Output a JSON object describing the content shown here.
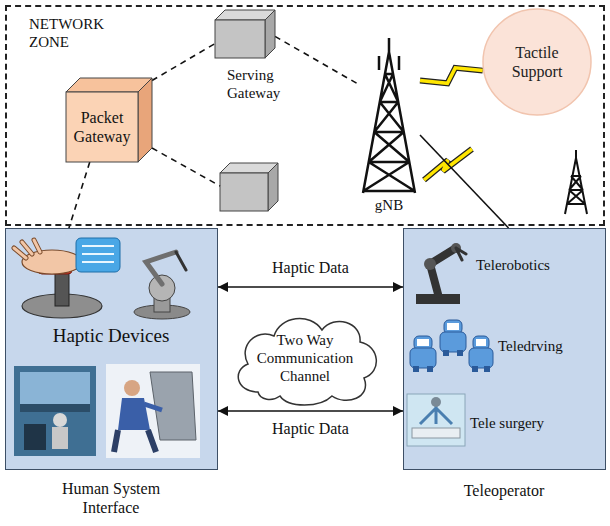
{
  "diagram": {
    "nodes": [
      {
        "text": [
          "NETWORK ZONE"
        ]
      },
      {
        "text": [
          "Packet Gateway"
        ],
        "in": 0
      },
      {
        "text": [
          "Serving Gateway"
        ],
        "in": 0
      },
      {
        "text": [
          "gNB"
        ],
        "in": 0
      },
      {
        "text": [
          "Tactile Support"
        ],
        "in": 0
      },
      {
        "text": [
          "Haptic Devices",
          "Human System Interface"
        ]
      },
      {
        "text": [
          "Two Way Communication Channel"
        ]
      },
      {
        "text": [
          "Telerobotics",
          "Teledrving",
          "Tele surgery",
          "Teleoperator"
        ]
      }
    ],
    "edges": [
      {
        "from": 1,
        "to": 2,
        "arrow": "none"
      },
      {
        "from": 2,
        "to": 3,
        "arrow": "none"
      },
      {
        "from": 3,
        "to": 4,
        "arrow": "none"
      },
      {
        "from": 1,
        "to": 5,
        "arrow": "none"
      },
      {
        "from": 3,
        "to": 7,
        "arrow": "none"
      },
      {
        "from": 5,
        "to": 7,
        "label": "Haptic Data",
        "arrow": "both"
      },
      {
        "from": 5,
        "to": 7,
        "label": "Haptic Data",
        "arrow": "both"
      }
    ]
  }
}
